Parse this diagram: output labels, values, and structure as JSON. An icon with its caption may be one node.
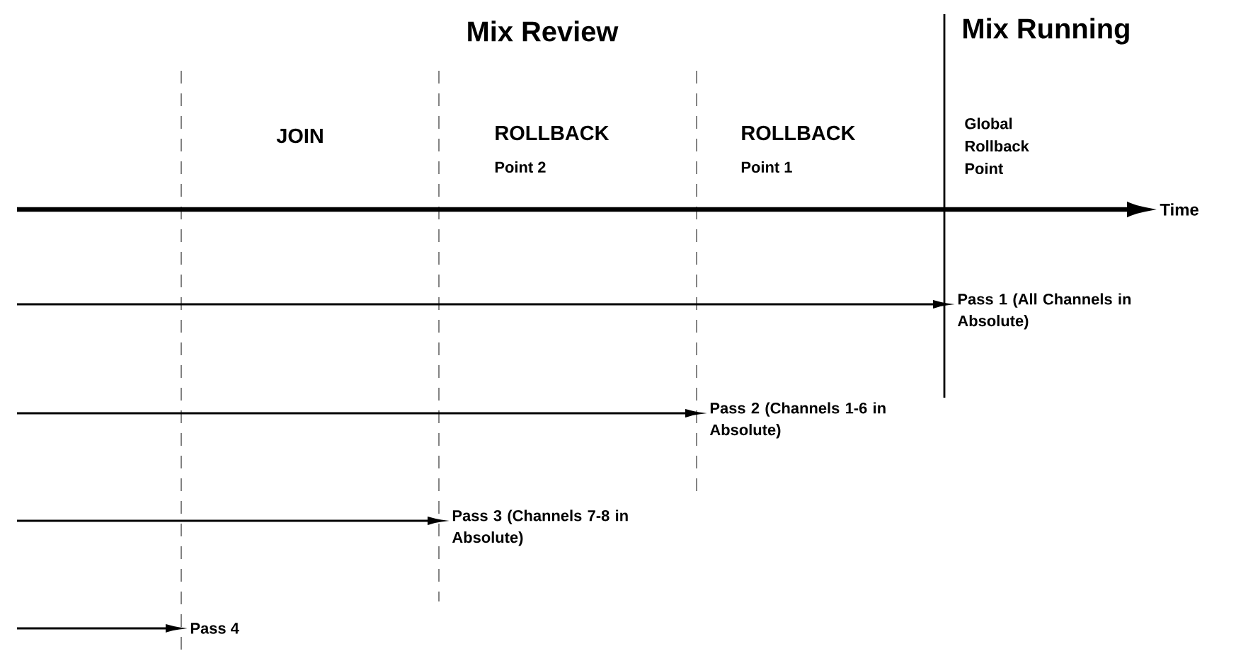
{
  "diagram": {
    "nodes": [
      {
        "text": [
          "Time"
        ]
      },
      {
        "text": [
          "Pass 1 (All Channels in Absolute)"
        ]
      },
      {
        "text": [
          "Pass 2 (Channels 1-6 in Absolute)"
        ]
      },
      {
        "text": [
          "Pass 3 (Channels 7-8 in Absolute)"
        ]
      },
      {
        "text": [
          "Pass 4"
        ]
      }
    ],
    "edges": [
      {
        "from": null,
        "to": 0,
        "arrow": "to",
        "style": "thick"
      },
      {
        "from": null,
        "to": 1,
        "arrow": "to"
      },
      {
        "from": null,
        "to": 2,
        "arrow": "to"
      },
      {
        "from": null,
        "to": 3,
        "arrow": "to"
      },
      {
        "from": null,
        "to": 4,
        "arrow": "to"
      }
    ],
    "labels": [
      "Mix Review",
      "Mix Running",
      "JOIN",
      "ROLLBACK",
      "Point 2",
      "ROLLBACK",
      "Point 1",
      "Global Rollback Point"
    ]
  }
}
